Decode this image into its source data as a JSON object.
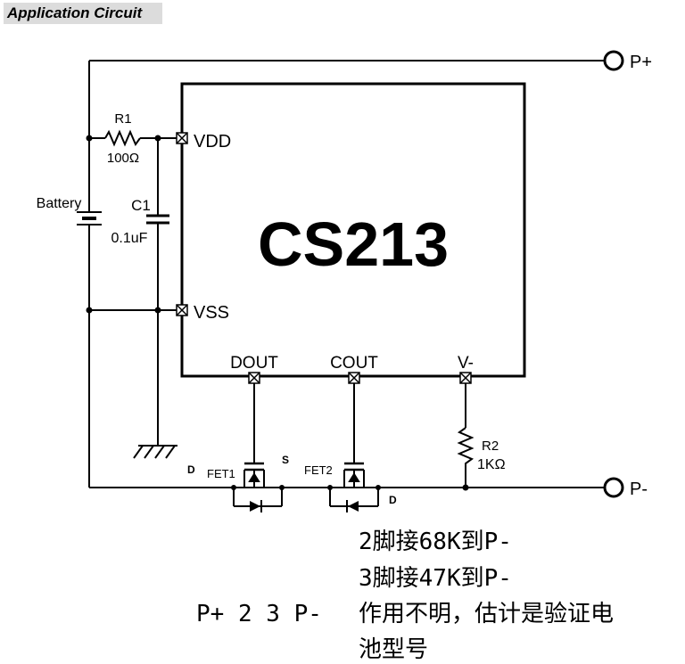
{
  "title": "Application Circuit",
  "chip": {
    "name": "CS213"
  },
  "pins": {
    "vdd": "VDD",
    "vss": "VSS",
    "dout": "DOUT",
    "cout": "COUT",
    "vminus": "V-"
  },
  "components": {
    "r1_name": "R1",
    "r1_value": "100Ω",
    "c1_name": "C1",
    "c1_value": "0.1uF",
    "battery": "Battery",
    "r2_name": "R2",
    "r2_value": "1KΩ",
    "fet1": "FET1",
    "fet2": "FET2",
    "fet1_d": "D",
    "fet1_s": "S",
    "fet2_d": "D"
  },
  "terminals": {
    "p_plus": "P+",
    "p_minus": "P-"
  },
  "notes": {
    "line1": "2脚接68K到P-",
    "line2": "3脚接47K到P-",
    "pin_label": "P+ 2 3 P-",
    "line3": "作用不明，估计是验证电",
    "line4": "池型号"
  },
  "colors": {
    "line": "#000000",
    "title_bg": "#dcdcdc"
  }
}
